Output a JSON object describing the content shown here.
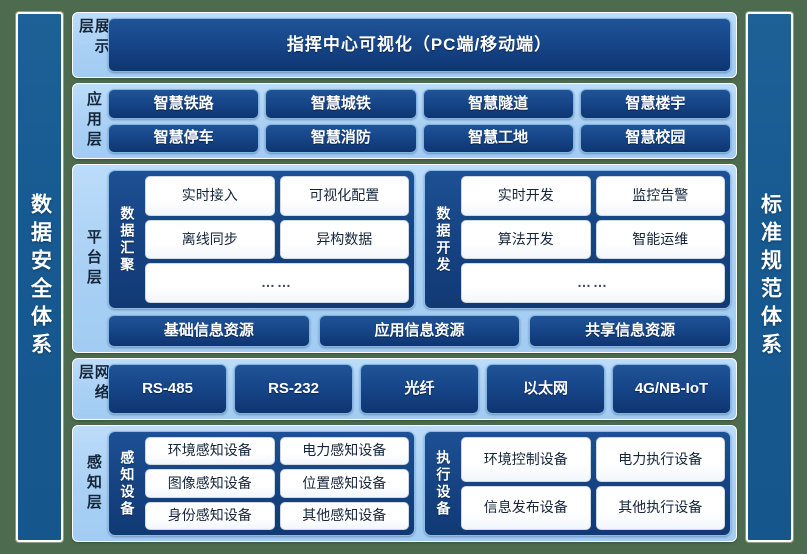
{
  "colors": {
    "page_background": "#4d6b4f",
    "pillar_blue": "#175a91",
    "layer_panel_blue": "#a9d0f4",
    "button_dark_blue": "#17468a",
    "group_box_blue": "#164382",
    "chip_white": "#ffffff",
    "text_dark": "#14253a",
    "text_light": "#ffffff"
  },
  "pillars": {
    "left": {
      "name": "data-security-system",
      "text": "数据安全体系"
    },
    "right": {
      "name": "standard-specification-system",
      "text": "标准规范体系"
    }
  },
  "layers": [
    {
      "id": "presentation",
      "label": "展示层",
      "banner": "指挥中心可视化（PC端/移动端）"
    },
    {
      "id": "application",
      "label": "应用层",
      "rows": [
        [
          "智慧铁路",
          "智慧城铁",
          "智慧隧道",
          "智慧楼宇"
        ],
        [
          "智慧停车",
          "智慧消防",
          "智慧工地",
          "智慧校园"
        ]
      ]
    },
    {
      "id": "platform",
      "label": "平台层",
      "groups": [
        {
          "label": "数据汇聚",
          "rows": [
            [
              "实时接入",
              "可视化配置"
            ],
            [
              "离线同步",
              "异构数据"
            ],
            [
              "……"
            ]
          ]
        },
        {
          "label": "数据开发",
          "rows": [
            [
              "实时开发",
              "监控告警"
            ],
            [
              "算法开发",
              "智能运维"
            ],
            [
              "……"
            ]
          ]
        }
      ],
      "resources": [
        "基础信息资源",
        "应用信息资源",
        "共享信息资源"
      ]
    },
    {
      "id": "network",
      "label": "网络层",
      "items": [
        "RS-485",
        "RS-232",
        "光纤",
        "以太网",
        "4G/NB-IoT"
      ]
    },
    {
      "id": "sensing",
      "label": "感知层",
      "groups": [
        {
          "label": "感知设备",
          "rows": [
            [
              "环境感知设备",
              "电力感知设备"
            ],
            [
              "图像感知设备",
              "位置感知设备"
            ],
            [
              "身份感知设备",
              "其他感知设备"
            ]
          ]
        },
        {
          "label": "执行设备",
          "rows": [
            [
              "环境控制设备",
              "电力执行设备"
            ],
            [
              "信息发布设备",
              "其他执行设备"
            ]
          ]
        }
      ]
    }
  ]
}
